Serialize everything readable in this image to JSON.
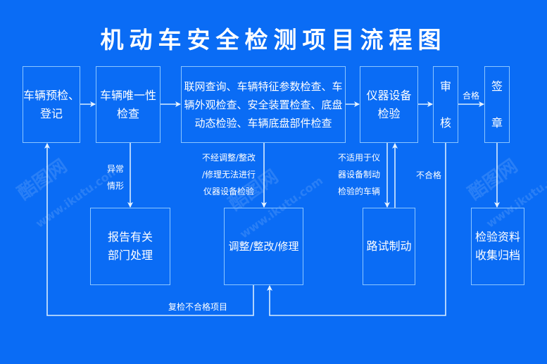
{
  "title": "机动车安全检测项目流程图",
  "colors": {
    "background": "#0a6cf5",
    "line": "#d8ecff",
    "box_border": "#8cc6ff",
    "text": "#ffffff"
  },
  "nodes": {
    "pre_check": "车辆预检、\n登记",
    "uniqueness_check": "车辆唯一性\n检查",
    "online_checks": "联网查询、车辆特征参数检查、车\n辆外观检查、安全装置检查、底盘\n动态检验、车辆底盘部件检查",
    "instrument_check": "仪器设备\n检验",
    "review": "审\n核",
    "sign": "签\n章",
    "report": "报告有关\n部门处理",
    "adjust": "调整/整改/修理",
    "road_test": "路试制动",
    "archive": "检验资料\n收集归档"
  },
  "edge_labels": {
    "abnormal": "异常\n情形",
    "cannot_instrument": "不经调整/整改\n/修理无法进行\n仪器设备检验",
    "not_applicable": "不适用于仪\n器设备制动\n检验的车辆",
    "pass": "合格",
    "fail": "不合格",
    "recheck": "复检不合格项目"
  },
  "watermark": {
    "brand": "酷图网",
    "url": "www.ikutu.com"
  }
}
